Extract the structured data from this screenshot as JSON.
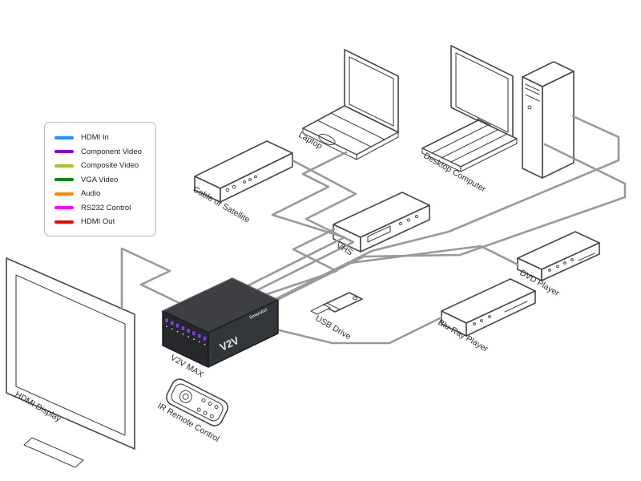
{
  "diagram": {
    "legend": {
      "items": [
        {
          "label": "HDMI In",
          "color": "#1e8fff"
        },
        {
          "label": "Component Video",
          "color": "#8800d8"
        },
        {
          "label": "Composite Video",
          "color": "#9dc62d"
        },
        {
          "label": "VGA Video",
          "color": "#008a00"
        },
        {
          "label": "Audio",
          "color": "#ff8a00"
        },
        {
          "label": "RS232 Control",
          "color": "#ff00ff"
        },
        {
          "label": "HDMI Out",
          "color": "#f20000"
        }
      ]
    },
    "devices": {
      "laptop": "Laptop",
      "desktop": "Desktop Computer",
      "cable_satellite": "Cable or Satellite",
      "vhs": "VHS",
      "dvd": "DVD Player",
      "bluray": "Blu-Ray Player",
      "usb": "USB Drive",
      "switcher": "V2V MAX",
      "remote": "IR Remote Control",
      "display": "HDMI Display"
    },
    "switcher_unit": {
      "brand": "SmartAVI",
      "model": "V2V"
    }
  }
}
